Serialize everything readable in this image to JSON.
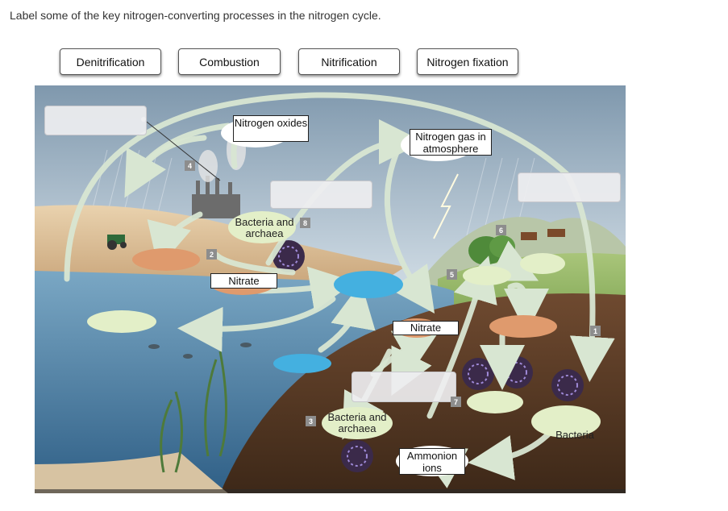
{
  "prompt": "Label some of the key nitrogen-converting processes in the nitrogen cycle.",
  "choices": [
    "Denitrification",
    "Combustion",
    "Nitrification",
    "Nitrogen fixation"
  ],
  "labels": {
    "nitrogen_oxides": "Nitrogen oxides",
    "nitrogen_gas": "Nitrogen gas in atmosphere",
    "bacteria_archaea_top": "Bacteria and archaea",
    "nitrate_left": "Nitrate",
    "nitrate_right": "Nitrate",
    "bacteria_archaea_bottom": "Bacteria and archaea",
    "ammonion_ions": "Ammonion ions",
    "bacteria": "Bacteria"
  },
  "step_numbers": [
    "1",
    "2",
    "3",
    "4",
    "5",
    "6",
    "7",
    "8"
  ]
}
